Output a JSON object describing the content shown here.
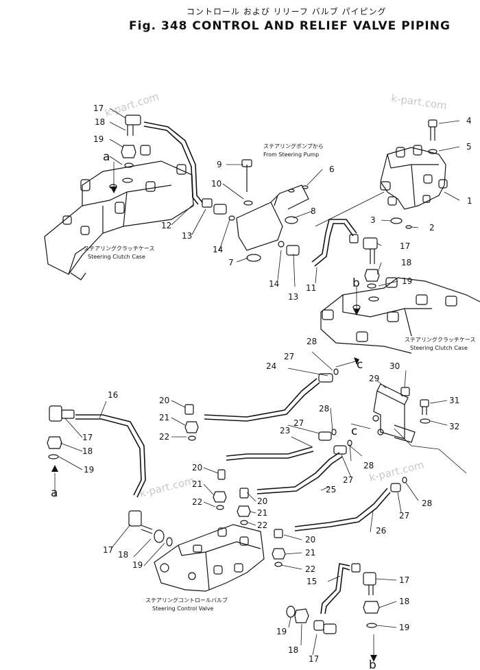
{
  "header": {
    "japanese_title": "コントロール および リリーフ バルブ パイピング",
    "figure_title": "Fig. 348  CONTROL AND RELIEF VALVE PIPING"
  },
  "labels": {
    "steering_pump_jp": "ステアリングポンプから",
    "steering_pump_en": "From Steering Pump",
    "clutch_case_left_jp": "ステアリングクラッチケース",
    "clutch_case_left_en": "Steering Clutch Case",
    "clutch_case_right_jp": "ステアリングクラッチケース",
    "clutch_case_right_en": "Steering Clutch Case",
    "control_valve_jp": "ステアリングコントロールバルブ",
    "control_valve_en": "Steering Control Valve"
  },
  "watermarks": [
    "k-part.com",
    "k-part.com",
    "k-part.com",
    "k-part.com"
  ],
  "letters": {
    "a": "a",
    "b": "b",
    "c": "c"
  },
  "callouts": {
    "n1": "1",
    "n2": "2",
    "n3": "3",
    "n4": "4",
    "n5": "5",
    "n6": "6",
    "n7": "7",
    "n8": "8",
    "n9": "9",
    "n10": "10",
    "n11": "11",
    "n12": "12",
    "n13": "13",
    "n14": "14",
    "n15": "15",
    "n16": "16",
    "n17": "17",
    "n18": "18",
    "n19": "19",
    "n20": "20",
    "n21": "21",
    "n22": "22",
    "n23": "23",
    "n24": "24",
    "n25": "25",
    "n26": "26",
    "n27": "27",
    "n28": "28",
    "n29": "29",
    "n30": "30",
    "n31": "31",
    "n32": "32"
  }
}
